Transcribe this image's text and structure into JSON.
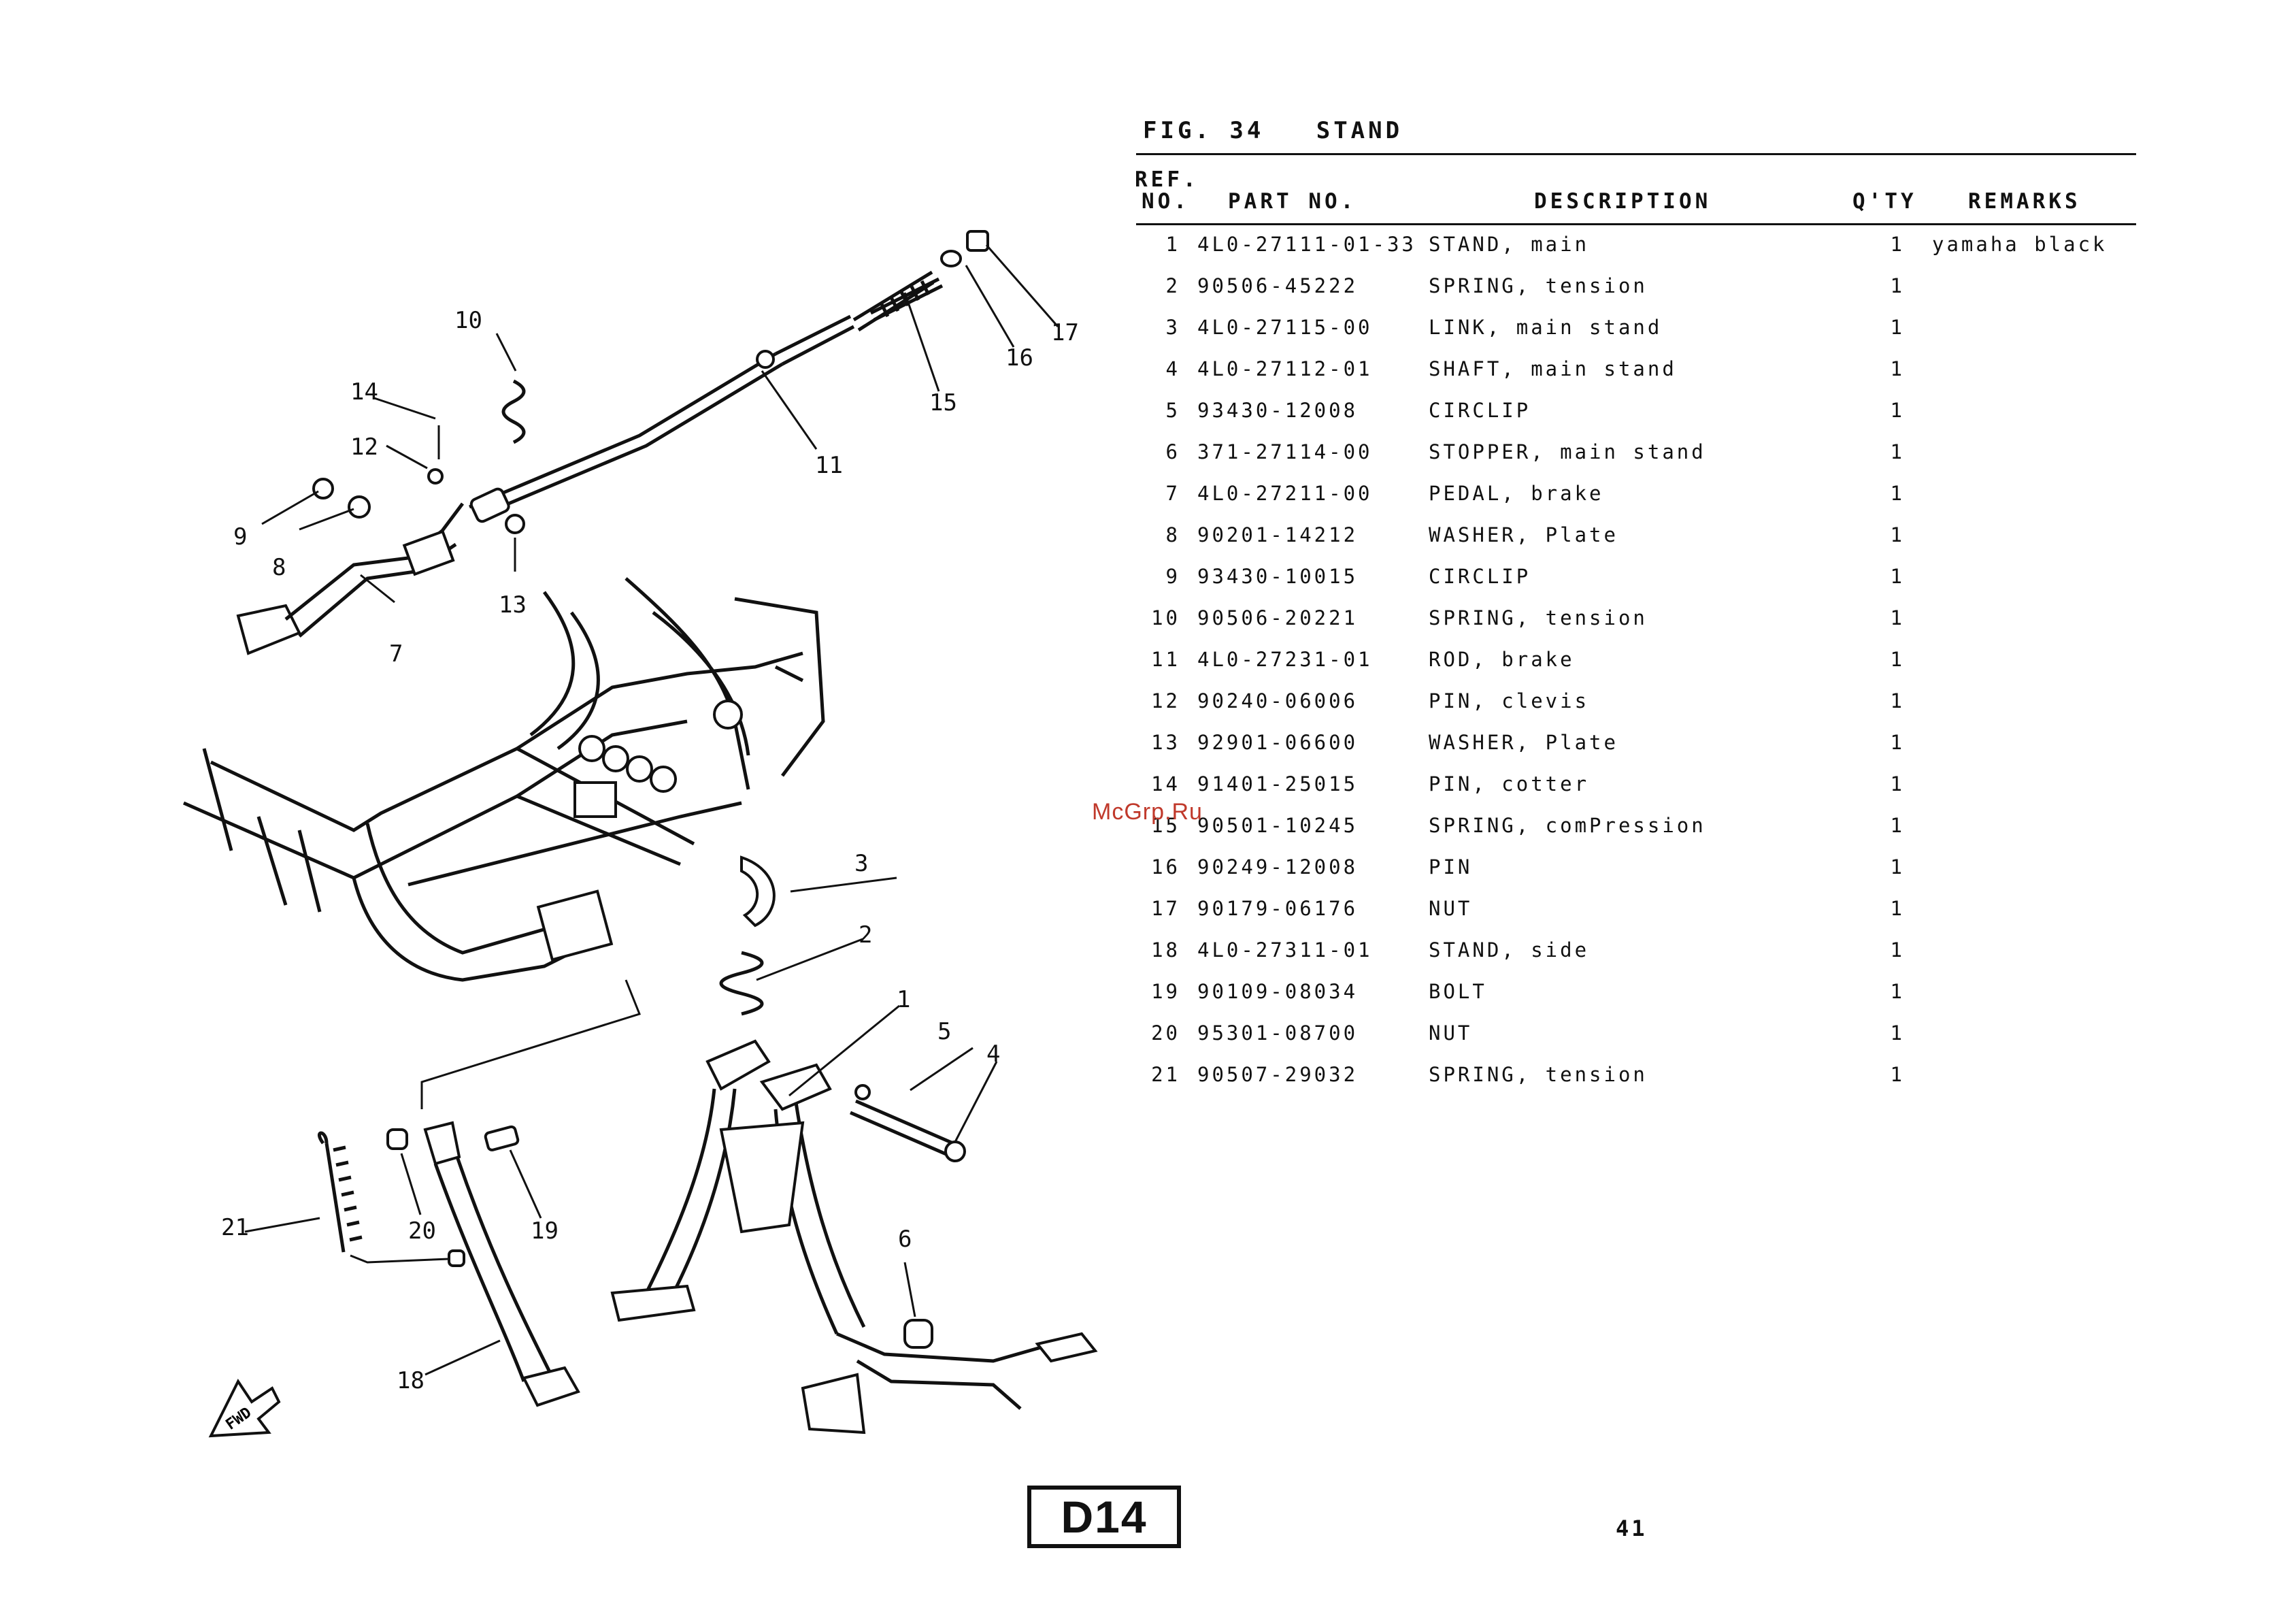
{
  "figure": {
    "label": "FIG. 34",
    "title": "STAND"
  },
  "table": {
    "headers": {
      "ref_top": "REF.",
      "ref_bottom": "NO.",
      "part_no": "PART NO.",
      "description": "DESCRIPTION",
      "qty": "Q'TY",
      "remarks": "REMARKS"
    },
    "rows": [
      {
        "ref": "1",
        "part": "4L0-27111-01-33",
        "desc": "STAND, main",
        "qty": "1",
        "remarks": "yamaha black"
      },
      {
        "ref": "2",
        "part": "90506-45222",
        "desc": "SPRING, tension",
        "qty": "1",
        "remarks": ""
      },
      {
        "ref": "3",
        "part": "4L0-27115-00",
        "desc": "LINK, main stand",
        "qty": "1",
        "remarks": ""
      },
      {
        "ref": "4",
        "part": "4L0-27112-01",
        "desc": "SHAFT, main stand",
        "qty": "1",
        "remarks": ""
      },
      {
        "ref": "5",
        "part": "93430-12008",
        "desc": "CIRCLIP",
        "qty": "1",
        "remarks": ""
      },
      {
        "ref": "6",
        "part": "371-27114-00",
        "desc": "STOPPER, main stand",
        "qty": "1",
        "remarks": ""
      },
      {
        "ref": "7",
        "part": "4L0-27211-00",
        "desc": "PEDAL, brake",
        "qty": "1",
        "remarks": ""
      },
      {
        "ref": "8",
        "part": "90201-14212",
        "desc": "WASHER, Plate",
        "qty": "1",
        "remarks": ""
      },
      {
        "ref": "9",
        "part": "93430-10015",
        "desc": "CIRCLIP",
        "qty": "1",
        "remarks": ""
      },
      {
        "ref": "10",
        "part": "90506-20221",
        "desc": "SPRING, tension",
        "qty": "1",
        "remarks": ""
      },
      {
        "ref": "11",
        "part": "4L0-27231-01",
        "desc": "ROD, brake",
        "qty": "1",
        "remarks": ""
      },
      {
        "ref": "12",
        "part": "90240-06006",
        "desc": "PIN, clevis",
        "qty": "1",
        "remarks": ""
      },
      {
        "ref": "13",
        "part": "92901-06600",
        "desc": "WASHER, Plate",
        "qty": "1",
        "remarks": ""
      },
      {
        "ref": "14",
        "part": "91401-25015",
        "desc": "PIN, cotter",
        "qty": "1",
        "remarks": ""
      },
      {
        "ref": "15",
        "part": "90501-10245",
        "desc": "SPRING, comPression",
        "qty": "1",
        "remarks": ""
      },
      {
        "ref": "16",
        "part": "90249-12008",
        "desc": "PIN",
        "qty": "1",
        "remarks": ""
      },
      {
        "ref": "17",
        "part": "90179-06176",
        "desc": "NUT",
        "qty": "1",
        "remarks": ""
      },
      {
        "ref": "18",
        "part": "4L0-27311-01",
        "desc": "STAND, side",
        "qty": "1",
        "remarks": ""
      },
      {
        "ref": "19",
        "part": "90109-08034",
        "desc": "BOLT",
        "qty": "1",
        "remarks": ""
      },
      {
        "ref": "20",
        "part": "95301-08700",
        "desc": "NUT",
        "qty": "1",
        "remarks": ""
      },
      {
        "ref": "21",
        "part": "90507-29032",
        "desc": "SPRING, tension",
        "qty": "1",
        "remarks": ""
      }
    ]
  },
  "diagram": {
    "callouts": [
      "1",
      "2",
      "3",
      "4",
      "5",
      "6",
      "7",
      "8",
      "9",
      "10",
      "11",
      "12",
      "13",
      "14",
      "15",
      "16",
      "17",
      "18",
      "19",
      "20",
      "21"
    ],
    "fwd_label": "FWD"
  },
  "watermark": "McGrp.Ru",
  "page_code": "D14",
  "page_number": "41"
}
